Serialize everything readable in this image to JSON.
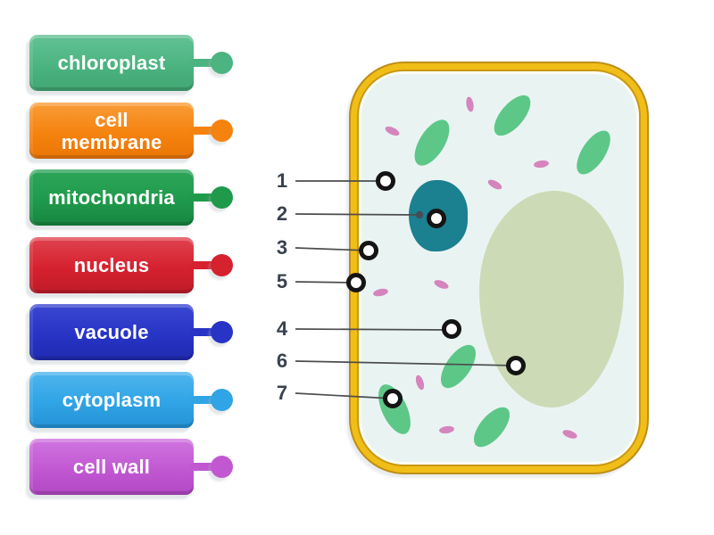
{
  "labels": [
    {
      "text": "chloroplast",
      "color": "#4BB480"
    },
    {
      "text": "cell\nmembrane",
      "color": "#F5830F"
    },
    {
      "text": "mitochondria",
      "color": "#1F9A4B"
    },
    {
      "text": "nucleus",
      "color": "#D6212F"
    },
    {
      "text": "vacuole",
      "color": "#2734C5"
    },
    {
      "text": "cytoplasm",
      "color": "#30A4E5"
    },
    {
      "text": "cell wall",
      "color": "#C158D2"
    }
  ],
  "pointers": [
    {
      "number": "1"
    },
    {
      "number": "2"
    },
    {
      "number": "3"
    },
    {
      "number": "5"
    },
    {
      "number": "4"
    },
    {
      "number": "6"
    },
    {
      "number": "7"
    }
  ],
  "diagram_colors": {
    "cell_wall_gold": "#F0BE17",
    "cell_wall_outline": "#BD8E16",
    "inner_white_line": "#FDFDF3",
    "cytoplasm_fill": "#E9F4F2",
    "nucleus_teal": "#1B808F",
    "vacuole_pale_green": "#CCDBB6",
    "chloroplast_green": "#5DC788",
    "mitochondria_pink": "#D684BD",
    "pointer_line": "#4D4D4D",
    "number_text": "#39424E",
    "marker_ring": "#141414",
    "marker_fill": "#FFFFFF"
  }
}
